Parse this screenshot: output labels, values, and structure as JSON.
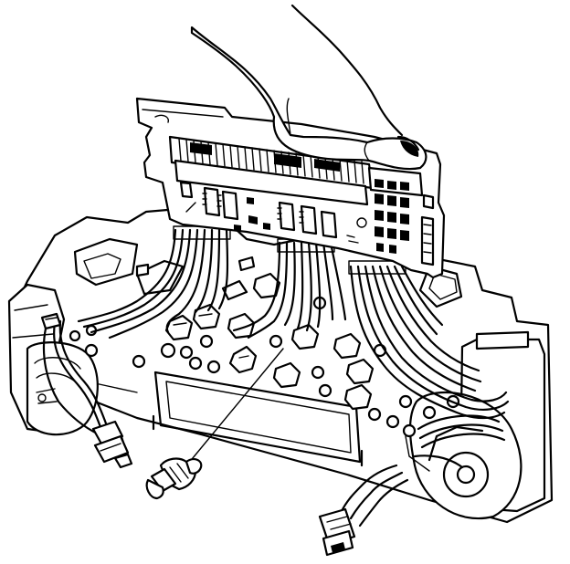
{
  "figure": {
    "kind": "technical line drawing",
    "colors": {
      "ink": "#000000",
      "paper": "#ffffff"
    },
    "parts": [
      "hand-icon",
      "circuit-board",
      "ribbon-cables",
      "instrument-cluster-housing",
      "bulb-sockets",
      "bulb",
      "wiring-harness",
      "harness-connector",
      "gauge-housing"
    ]
  }
}
